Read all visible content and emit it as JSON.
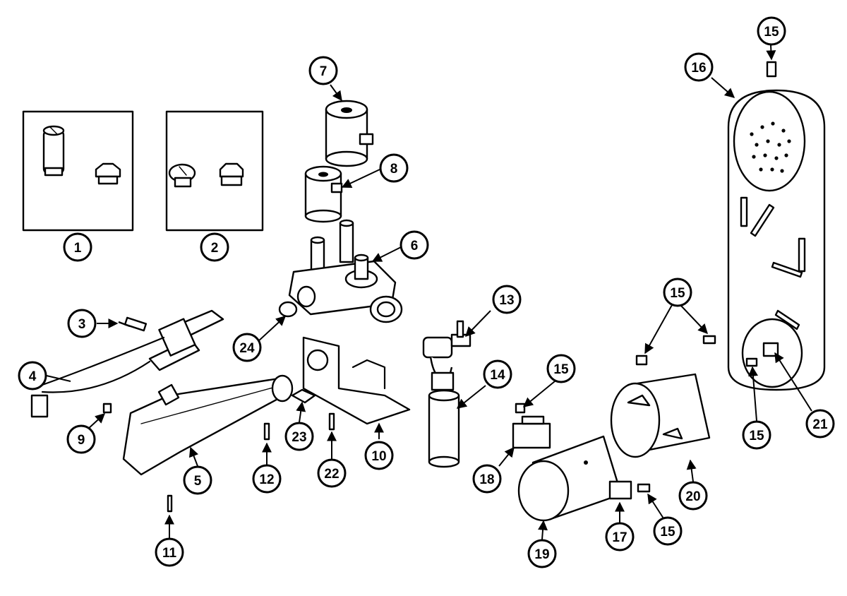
{
  "callouts": {
    "c1": "1",
    "c2": "2",
    "c3": "3",
    "c4": "4",
    "c5": "5",
    "c6": "6",
    "c7": "7",
    "c8": "8",
    "c9": "9",
    "c10": "10",
    "c11": "11",
    "c12": "12",
    "c13": "13",
    "c14": "14",
    "c15a": "15",
    "c15b": "15",
    "c15c": "15",
    "c15d": "15",
    "c15e": "15",
    "c16": "16",
    "c17": "17",
    "c18": "18",
    "c19": "19",
    "c20": "20",
    "c21": "21",
    "c22": "22",
    "c23": "23",
    "c24": "24"
  }
}
